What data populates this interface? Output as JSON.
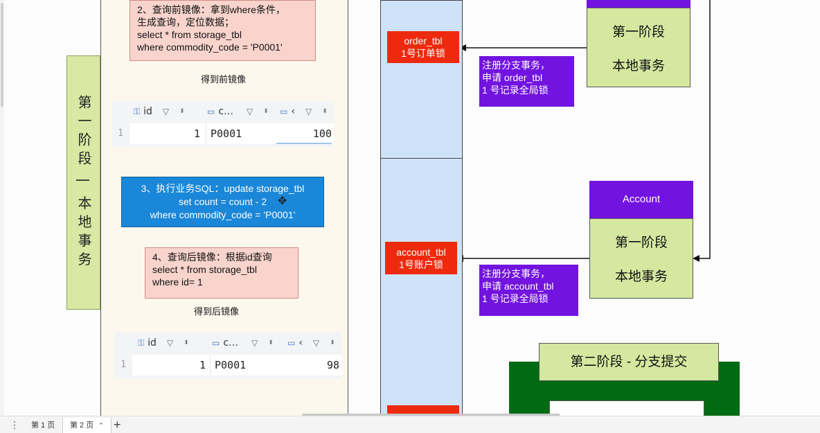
{
  "phase1_vertical": "第一阶段 | 本地事务",
  "step2": {
    "lines": [
      "2、查询前镜像：拿到where条件，",
      "生成查询，定位数据；",
      "select * from storage_tbl",
      "where commodity_code = 'P0001'"
    ]
  },
  "label_before": "得到前镜像",
  "table_before": {
    "headers": [
      "id",
      "c…",
      "‹"
    ],
    "row_num": "1",
    "cells": [
      "1",
      "P0001",
      "100"
    ]
  },
  "step3": {
    "lines": [
      "3、执行业务SQL：update storage_tbl",
      "set count = count - 2",
      "where commodity_code = 'P0001'"
    ]
  },
  "step4": {
    "lines": [
      "4、查询后镜像：根据id查询",
      "select * from storage_tbl",
      "where id= 1"
    ]
  },
  "label_after": "得到后镜像",
  "table_after": {
    "headers": [
      "id",
      "c…",
      "‹"
    ],
    "row_num": "1",
    "cells": [
      "1",
      "P0001",
      "98"
    ]
  },
  "order_lock": {
    "line1": "order_tbl",
    "line2": "1号订单锁"
  },
  "order_register": {
    "lines": [
      "注册分支事务，",
      "申请 order_tbl",
      "1 号记录全局锁"
    ]
  },
  "order_phase": {
    "line1": "第一阶段",
    "line2": "本地事务"
  },
  "account_label": "Account",
  "account_lock": {
    "line1": "account_tbl",
    "line2": "1号账户锁"
  },
  "account_register": {
    "lines": [
      "注册分支事务，",
      "申请 account_tbl",
      "1 号记录全局锁"
    ]
  },
  "account_phase": {
    "line1": "第一阶段",
    "line2": "本地事务"
  },
  "phase2": "第二阶段 - 分支提交",
  "tabs": [
    "第 1 页",
    "第 2 页"
  ],
  "add_tab": "+",
  "colors": {
    "red": "#ee2a0e",
    "purple": "#7213e0",
    "blue": "#1a87d8",
    "green_dark": "#006b12",
    "phase_green": "#d5e8a0"
  }
}
